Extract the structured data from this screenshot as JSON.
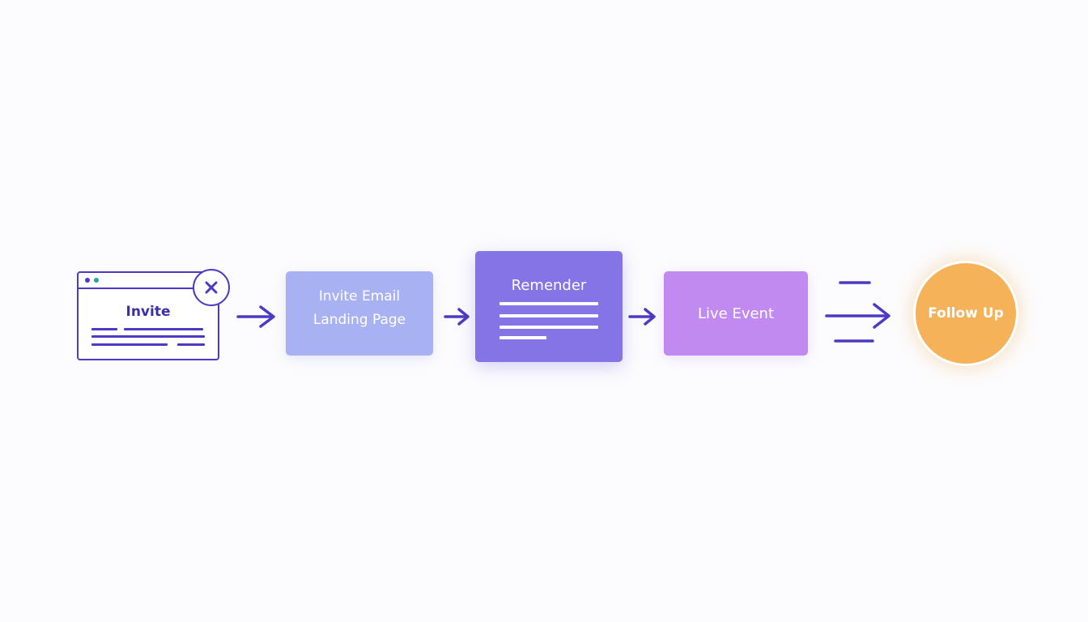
{
  "steps": {
    "invite": {
      "label": "Invite"
    },
    "landing": {
      "line1": "Invite Email",
      "line2": "Landing Page"
    },
    "reminder": {
      "label": "Remender"
    },
    "live_event": {
      "label": "Live Event"
    },
    "follow_up": {
      "label": "Follow Up"
    }
  },
  "colors": {
    "accent": "#4b3bc4",
    "landing": "#a8b1f2",
    "reminder": "#8474e6",
    "live_event": "#c08af0",
    "follow_up": "#f5b258"
  },
  "icons": {
    "badge": "cross-icon"
  }
}
